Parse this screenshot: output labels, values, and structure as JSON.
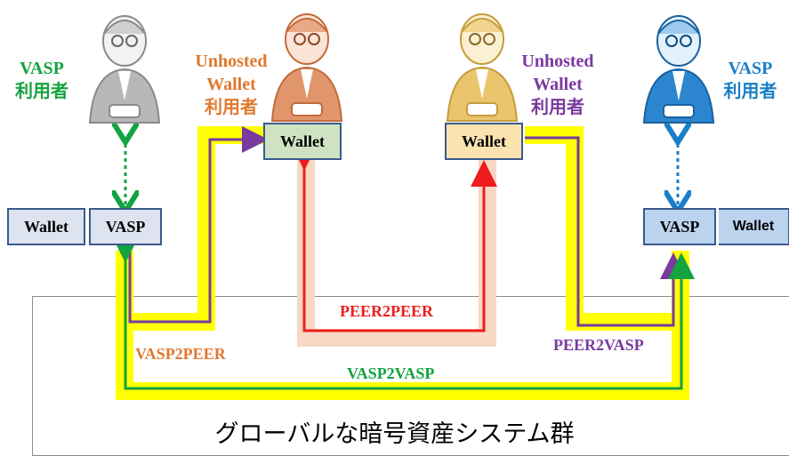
{
  "actors": {
    "vasp_user_left": {
      "line1": "VASP",
      "line2": "利用者",
      "color": "#13a33f",
      "figure_color": "#b8b8b8"
    },
    "unhosted_user_left": {
      "line1": "Unhosted",
      "line2": "Wallet",
      "line3": "利用者",
      "color": "#e0782e",
      "figure_color": "#e0956a"
    },
    "unhosted_user_right": {
      "line1": "Unhosted",
      "line2": "Wallet",
      "line3": "利用者",
      "color": "#7a3a9e",
      "figure_color": "#eac56d"
    },
    "vasp_user_right": {
      "line1": "VASP",
      "line2": "利用者",
      "color": "#1a7fc8",
      "figure_color": "#2b86cf"
    }
  },
  "boxes": {
    "wallet_far_left": "Wallet",
    "vasp_left": "VASP",
    "wallet_unhosted_left": "Wallet",
    "wallet_unhosted_right": "Wallet",
    "vasp_right": "VASP",
    "wallet_far_right": "Wallet"
  },
  "flows": {
    "peer2peer": {
      "label": "PEER2PEER",
      "color": "#ee1c1c"
    },
    "vasp2peer": {
      "label": "VASP2PEER",
      "color": "#e0782e"
    },
    "peer2vasp": {
      "label": "PEER2VASP",
      "color": "#7a3a9e"
    },
    "vasp2vasp": {
      "label": "VASP2VASP",
      "color": "#13a33f"
    }
  },
  "system_label": "グローバルな暗号資産システム群",
  "colors": {
    "highlight": "#ffff00",
    "peer_highlight": "#f8d7c5",
    "arrow_purple": "#7a3a9e",
    "arrow_green": "#13a33f",
    "arrow_red": "#ee1c1c",
    "dotted_green": "#13a33f",
    "dotted_blue": "#1a7fc8"
  }
}
